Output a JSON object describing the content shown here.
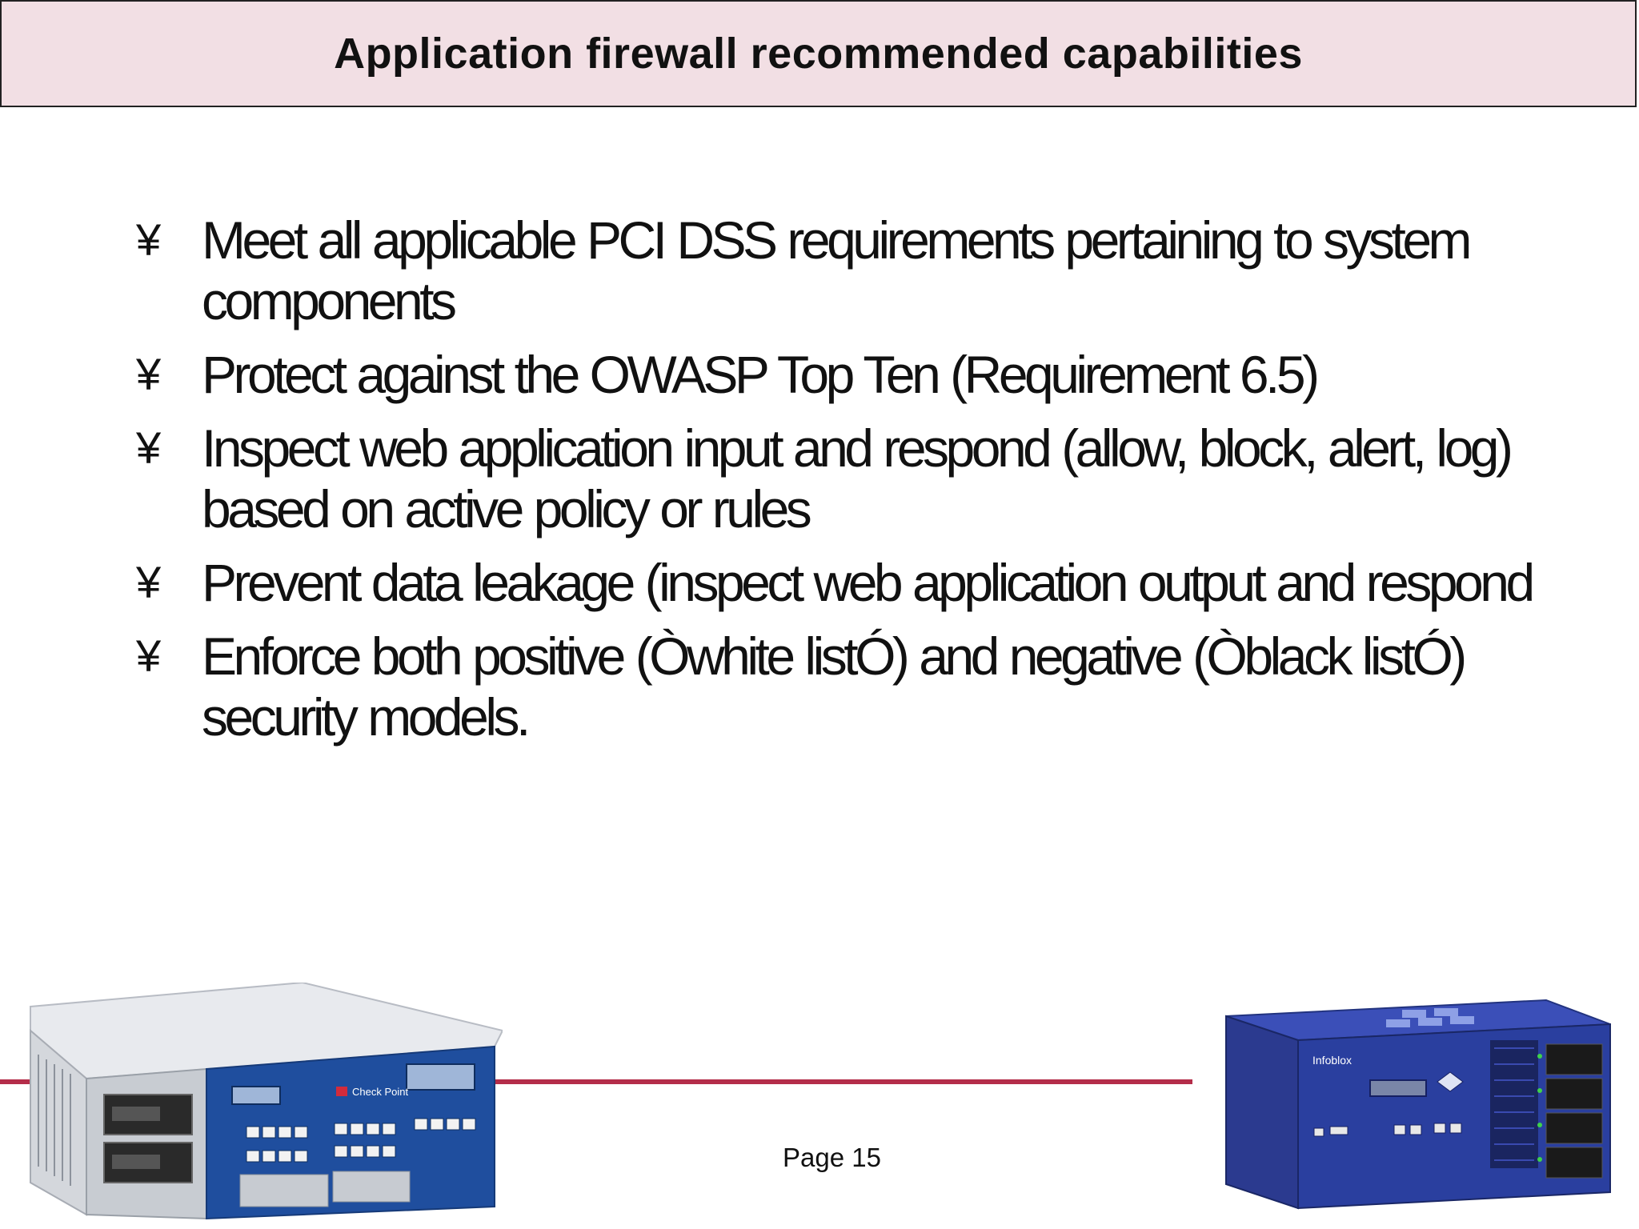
{
  "slide": {
    "title": "Application firewall recommended capabilities",
    "bullet_glyph": "¥",
    "bullets": [
      "Meet all applicable PCI DSS requirements pertaining to system components",
      "Protect against the OWASP Top Ten (Requirement 6.5)",
      "Inspect web application input and respond (allow, block, alert, log) based on active policy or rules",
      "Prevent data leakage (inspect web application output and respond",
      "Enforce both positive (Òwhite listÓ) and negative (Òblack listÓ) security models."
    ],
    "page_label": "Page 15"
  },
  "images": {
    "left_device_brand": "Check Point",
    "right_device_brand": "Infoblox"
  },
  "colors": {
    "title_background": "#f2dfe4",
    "accent_line": "#b42d4a",
    "check_point_blue": "#1f4e9e",
    "infoblox_blue": "#2a3f9f"
  }
}
